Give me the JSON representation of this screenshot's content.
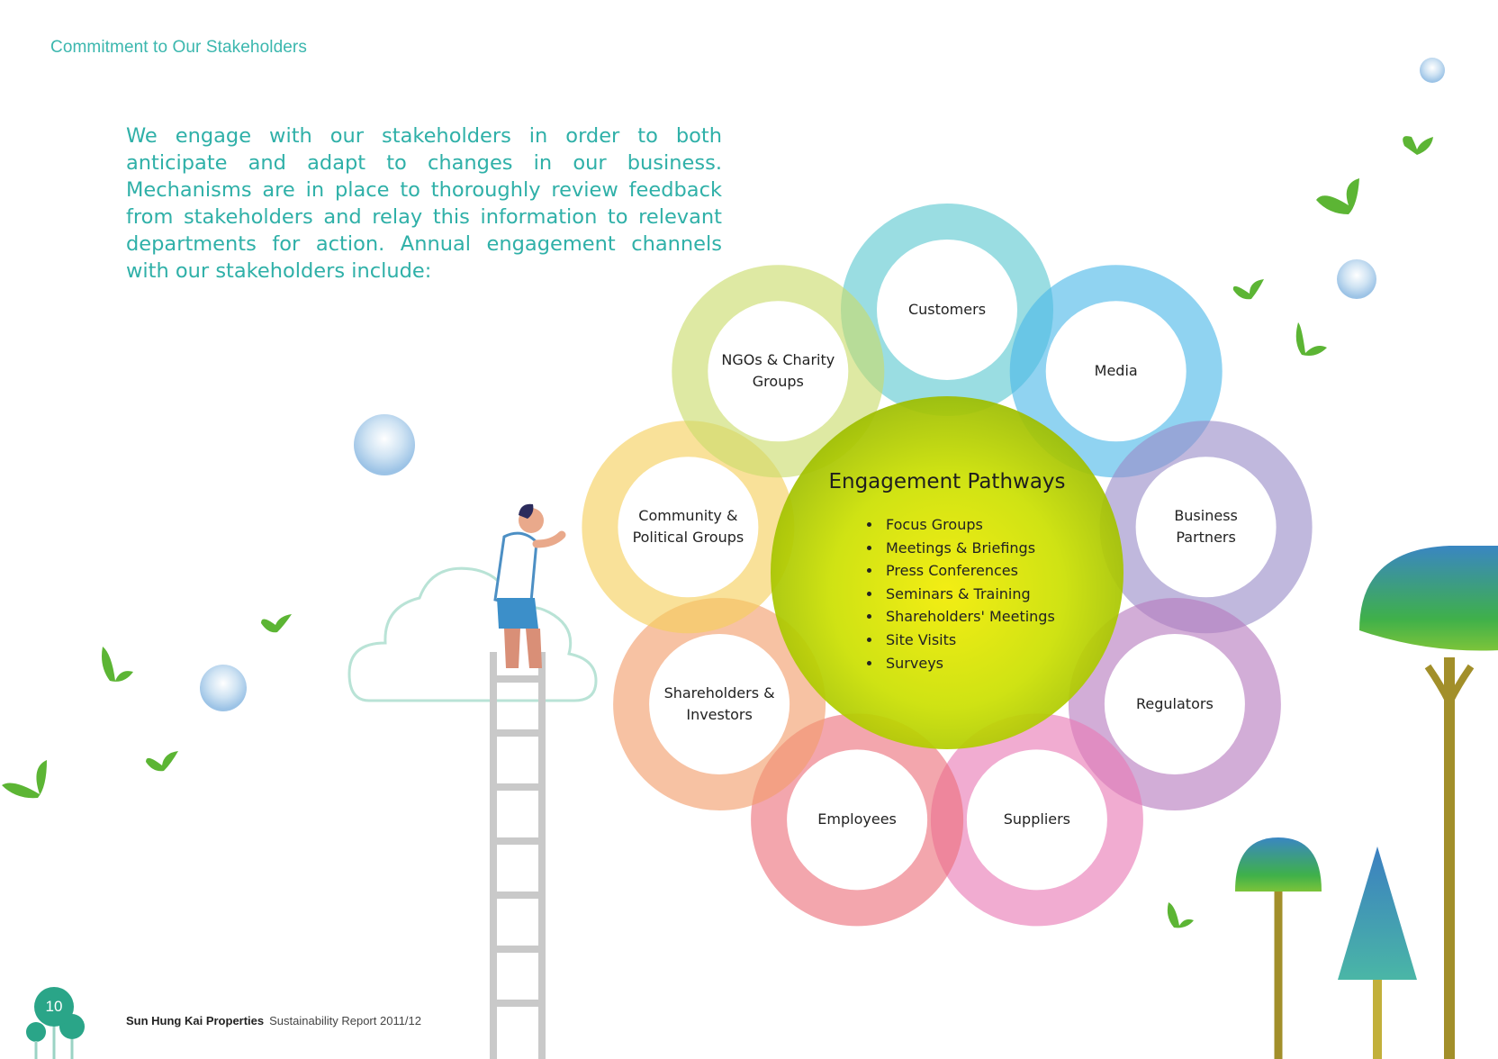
{
  "header": {
    "section_title": "Commitment to Our Stakeholders"
  },
  "intro": {
    "text": "We engage with our stakeholders in order to both anticipate and adapt to changes in our business. Mechanisms are in place to thoroughly review feedback from stakeholders and relay this information to relevant departments for action. Annual engagement channels with our stakeholders include:"
  },
  "diagram": {
    "center": {
      "title": "Engagement Pathways",
      "channels": [
        "Focus Groups",
        "Meetings & Briefings",
        "Press Conferences",
        "Seminars & Training",
        "Shareholders' Meetings",
        "Site Visits",
        "Surveys"
      ]
    },
    "stakeholders": [
      {
        "line1": "Customers",
        "line2": "",
        "color": "#5cc8d0"
      },
      {
        "line1": "Media",
        "line2": "",
        "color": "#4cb8e8"
      },
      {
        "line1": "Business",
        "line2": "Partners",
        "color": "#9a8cc8"
      },
      {
        "line1": "Regulators",
        "line2": "",
        "color": "#b77abf"
      },
      {
        "line1": "Suppliers",
        "line2": "",
        "color": "#e879b5"
      },
      {
        "line1": "Employees",
        "line2": "",
        "color": "#ec6f7a"
      },
      {
        "line1": "Shareholders &",
        "line2": "Investors",
        "color": "#f29d6a"
      },
      {
        "line1": "Community &",
        "line2": "Political Groups",
        "color": "#f6cf5a"
      },
      {
        "line1": "NGOs & Charity",
        "line2": "Groups",
        "color": "#c9dc6a"
      }
    ],
    "center_color": "#b8d400"
  },
  "footer": {
    "page_number": "10",
    "brand": "Sun Hung Kai Properties",
    "report": "Sustainability Report 2011/12"
  }
}
